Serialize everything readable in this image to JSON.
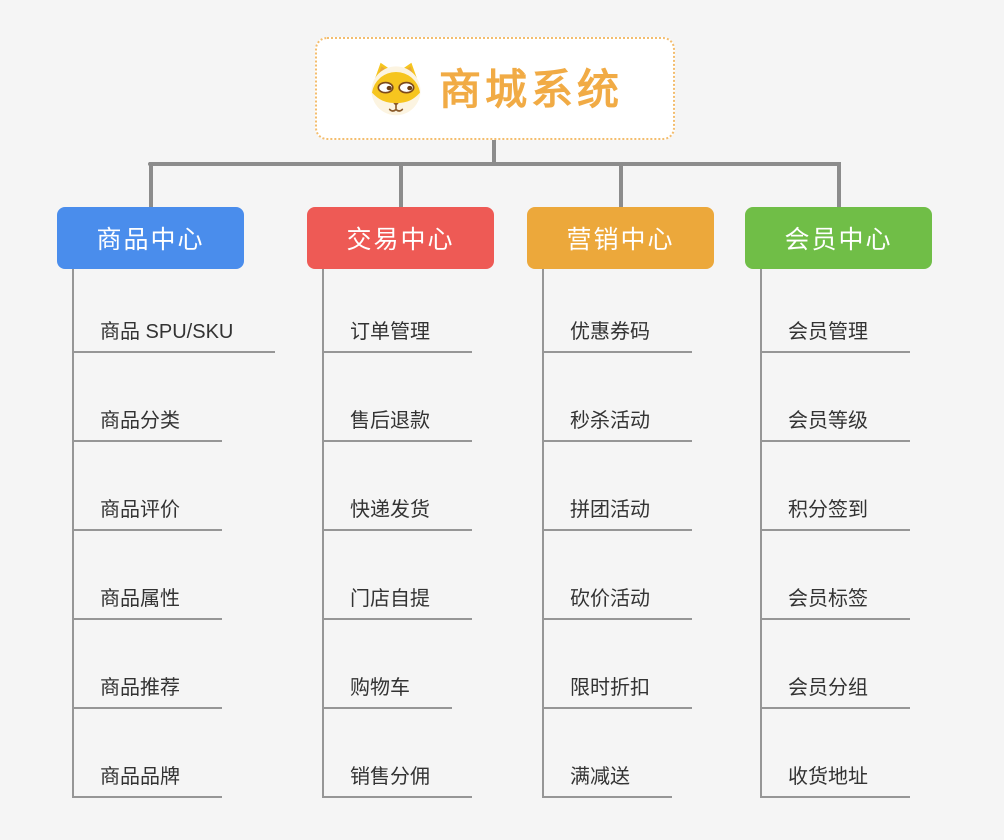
{
  "page": {
    "background_color": "#f5f5f5",
    "connector_color": "#8c8c8c",
    "child_line_color": "#969696",
    "child_text_color": "#333333"
  },
  "root": {
    "title": "商城系统",
    "title_color": "#f1ab45",
    "border_color": "#f3bd6e",
    "icon": "dog-face-icon"
  },
  "branches": [
    {
      "label": "商品中心",
      "color": "#4a8dec",
      "children": [
        "商品 SPU/SKU",
        "商品分类",
        "商品评价",
        "商品属性",
        "商品推荐",
        "商品品牌"
      ]
    },
    {
      "label": "交易中心",
      "color": "#ee5a55",
      "children": [
        "订单管理",
        "售后退款",
        "快递发货",
        "门店自提",
        "购物车",
        "销售分佣"
      ]
    },
    {
      "label": "营销中心",
      "color": "#eca83b",
      "children": [
        "优惠券码",
        "秒杀活动",
        "拼团活动",
        "砍价活动",
        "限时折扣",
        "满减送"
      ]
    },
    {
      "label": "会员中心",
      "color": "#70be47",
      "children": [
        "会员管理",
        "会员等级",
        "积分签到",
        "会员标签",
        "会员分组",
        "收货地址"
      ]
    }
  ]
}
